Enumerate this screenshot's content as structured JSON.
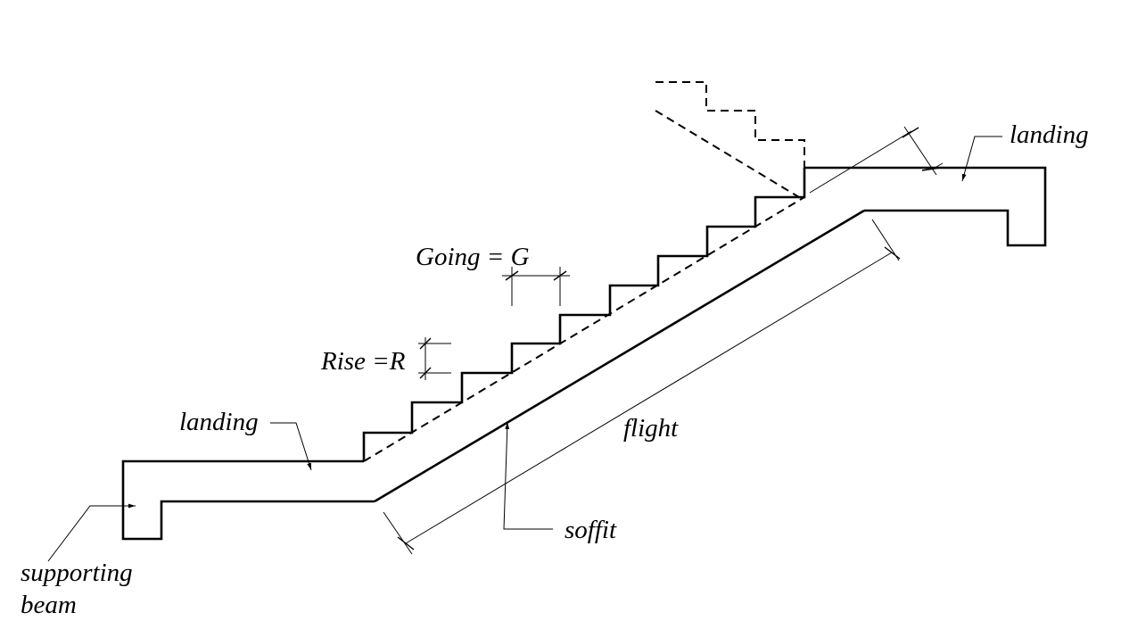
{
  "labels": {
    "landing_top": "landing",
    "landing_bottom": "landing",
    "going": "Going = G",
    "rise": "Rise =R",
    "flight": "flight",
    "soffit": "soffit",
    "supporting_beam_line1": "supporting",
    "supporting_beam_line2": "beam"
  },
  "colors": {
    "stroke": "#000000",
    "background": "#ffffff"
  }
}
